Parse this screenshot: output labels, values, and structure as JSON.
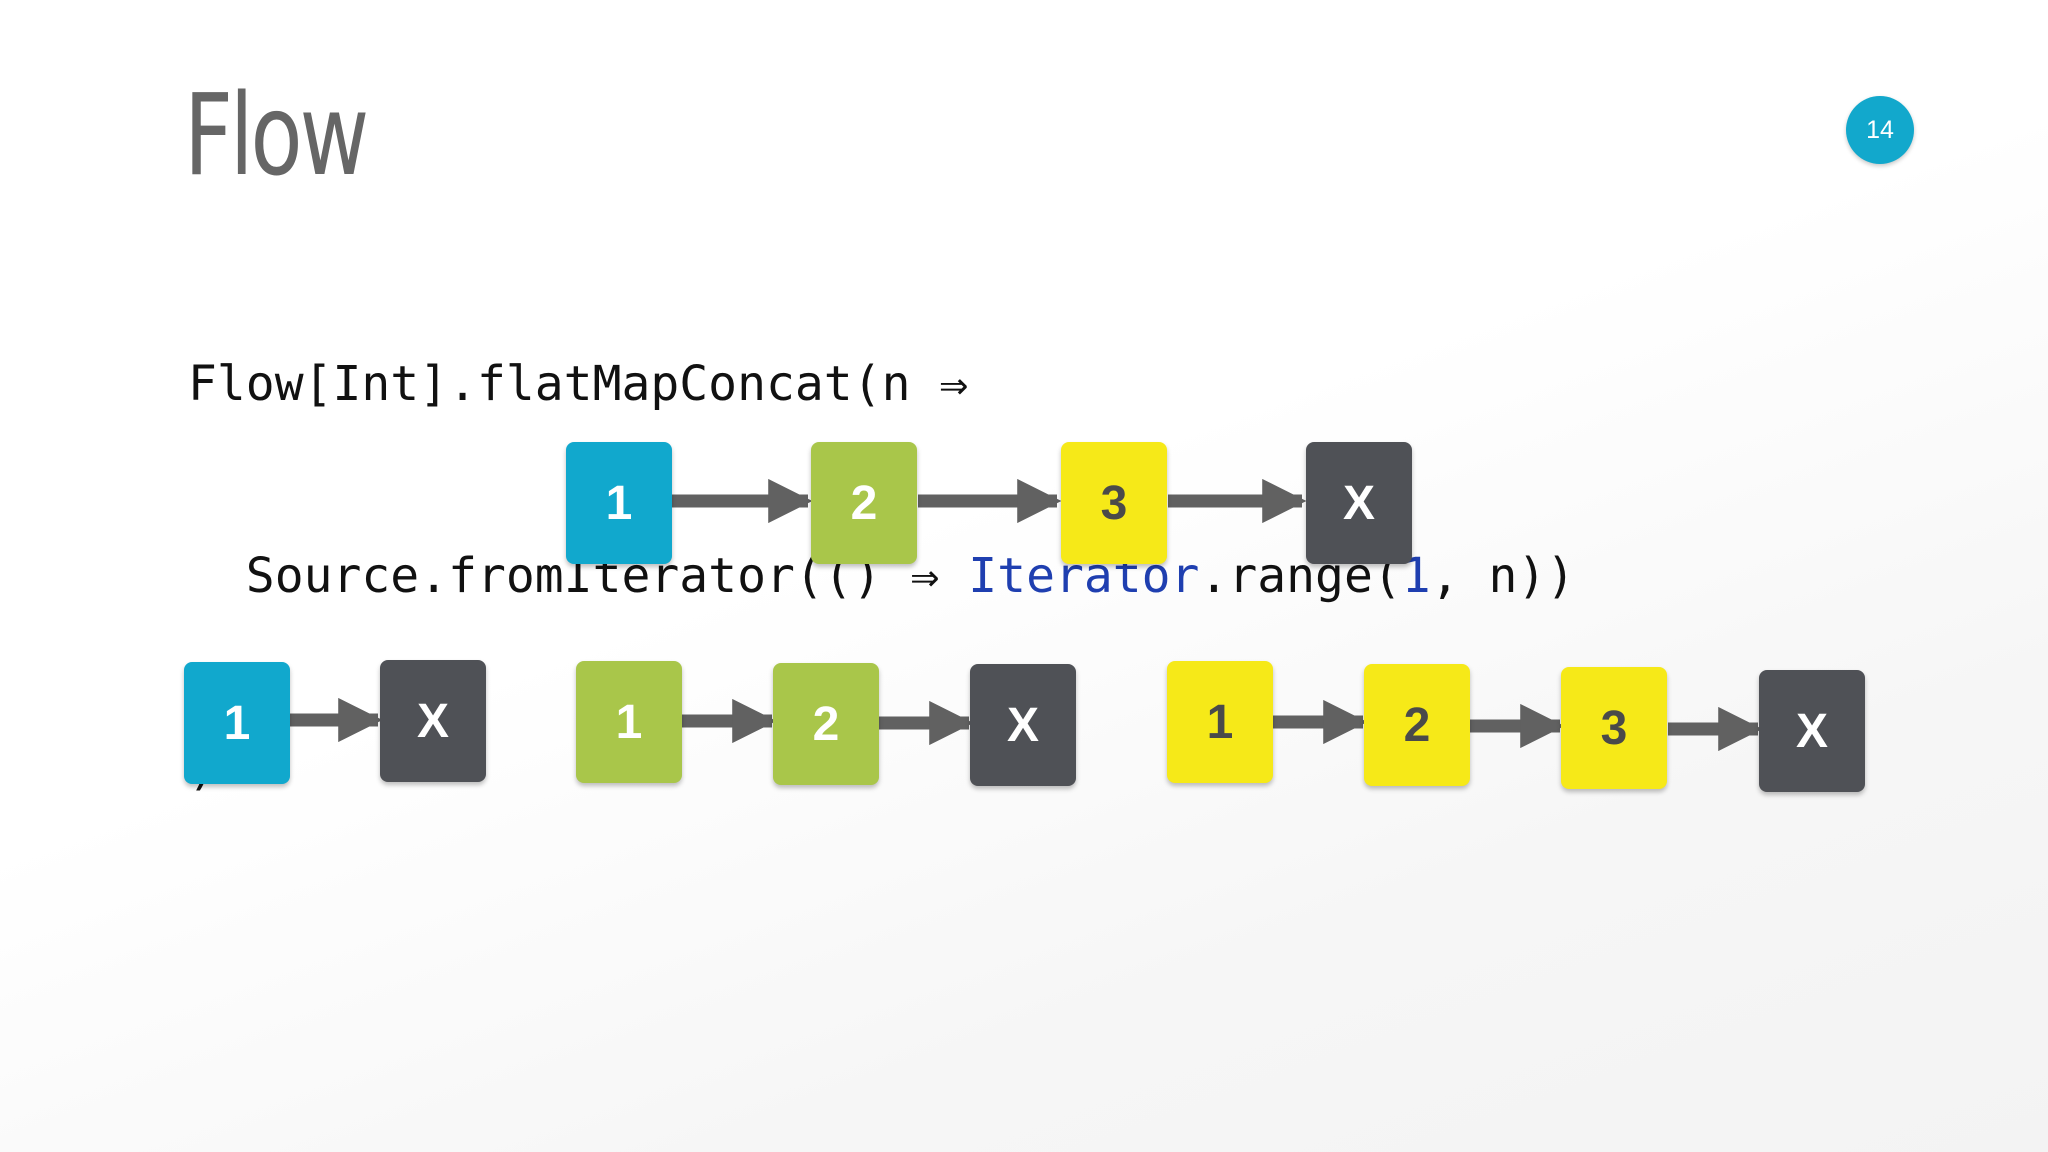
{
  "slide": {
    "title": "Flow",
    "page_number": "14"
  },
  "code": {
    "line1": "Flow[Int].flatMapConcat(n ⇒",
    "line2_pre": "  Source.fromIterator(() ⇒ ",
    "line2_kw": "Iterator",
    "line2_mid": ".range(",
    "line2_num": "1",
    "line2_post": ", n))",
    "line3": ")"
  },
  "diagram": {
    "top_row": [
      "1",
      "2",
      "3",
      "X"
    ],
    "sub_streams": [
      [
        "1",
        "X"
      ],
      [
        "1",
        "2",
        "X"
      ],
      [
        "1",
        "2",
        "3",
        "X"
      ]
    ]
  },
  "colors": {
    "blue": "#11a8cd",
    "green": "#a9c64a",
    "yellow": "#f6e918",
    "dark": "#4f5156",
    "arrow": "#616161",
    "badge": "#12a8cc"
  }
}
